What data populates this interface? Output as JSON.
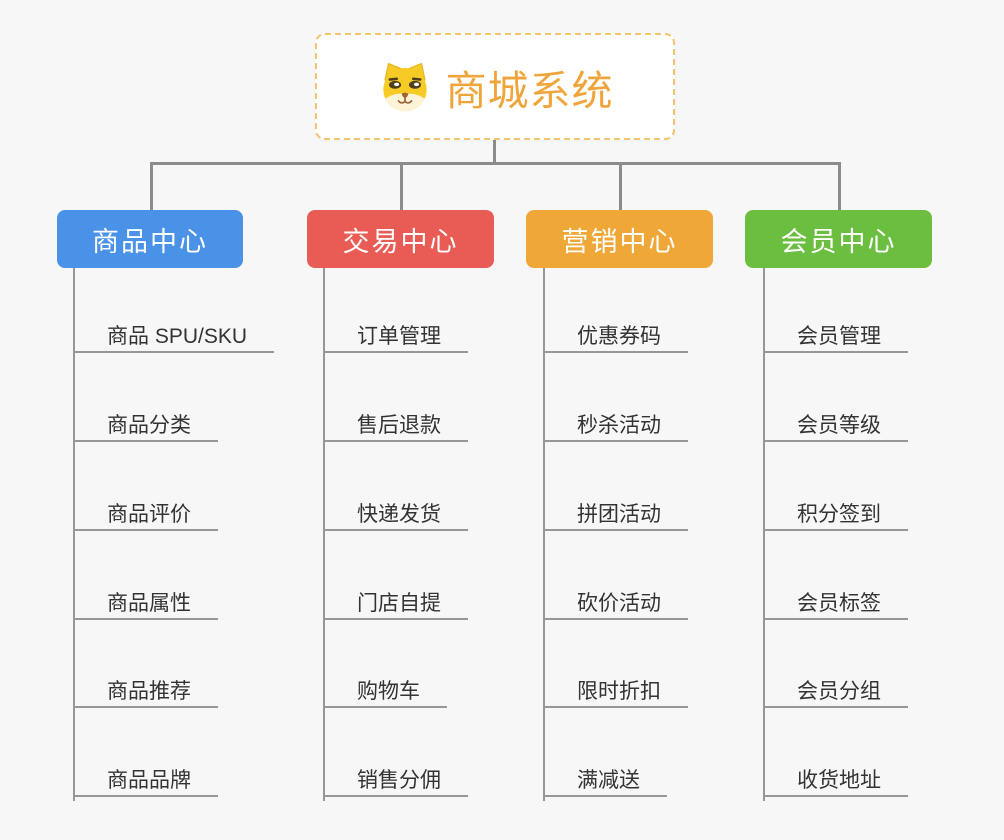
{
  "root": {
    "title": "商城系统",
    "icon": "dog-face-icon",
    "title_color": "#f0a53c",
    "border_color": "#f2c46e"
  },
  "branches": [
    {
      "label": "商品中心",
      "color": "#4a91e8",
      "items": [
        "商品 SPU/SKU",
        "商品分类",
        "商品评价",
        "商品属性",
        "商品推荐",
        "商品品牌"
      ]
    },
    {
      "label": "交易中心",
      "color": "#e85c55",
      "items": [
        "订单管理",
        "售后退款",
        "快递发货",
        "门店自提",
        "购物车",
        "销售分佣"
      ]
    },
    {
      "label": "营销中心",
      "color": "#efa838",
      "items": [
        "优惠券码",
        "秒杀活动",
        "拼团活动",
        "砍价活动",
        "限时折扣",
        "满减送"
      ]
    },
    {
      "label": "会员中心",
      "color": "#6cbe40",
      "items": [
        "会员管理",
        "会员等级",
        "积分签到",
        "会员标签",
        "会员分组",
        "收货地址"
      ]
    }
  ],
  "colors": {
    "background": "#f7f7f7",
    "connector": "#8c8c8c",
    "child_line": "#979797",
    "child_text": "#333333",
    "node_text": "#ffffff"
  }
}
